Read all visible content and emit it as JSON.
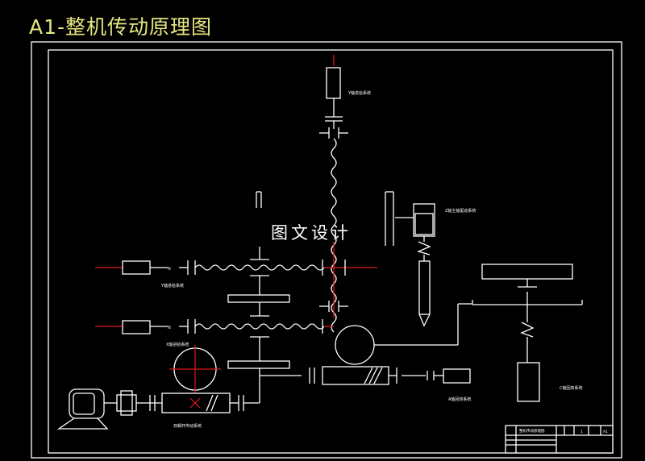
{
  "title": "A1-整机传动原理图",
  "watermark": "图文设计",
  "labels": {
    "y_top": "Y轴进给系统",
    "z_head": "Z轴主轴驱动系统",
    "y_left": "Y轴进给系统",
    "x_left": "X轴进给系统",
    "worm": "双蜗杆传动系统",
    "a_axis": "A轴回转系统",
    "c_axis": "C轴回转系统"
  },
  "title_block": {
    "name": "整机传动原理图",
    "small_1": "1",
    "small_2": "A1"
  },
  "colors": {
    "background": "#000000",
    "lines": "#ffffff",
    "centerlines": "#e01818",
    "title": "#e6e680"
  }
}
